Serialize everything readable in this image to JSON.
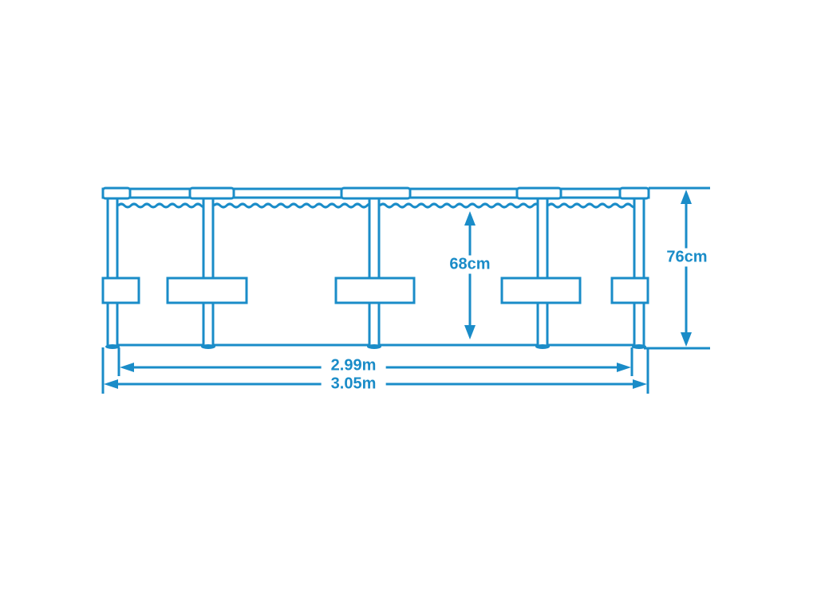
{
  "diagram": {
    "title": "Frame pool dimensions",
    "color": "#1a8cc8",
    "dimensions": {
      "water_depth": "68cm",
      "total_height": "76cm",
      "inner_diameter": "2.99m",
      "outer_diameter": "3.05m"
    }
  }
}
